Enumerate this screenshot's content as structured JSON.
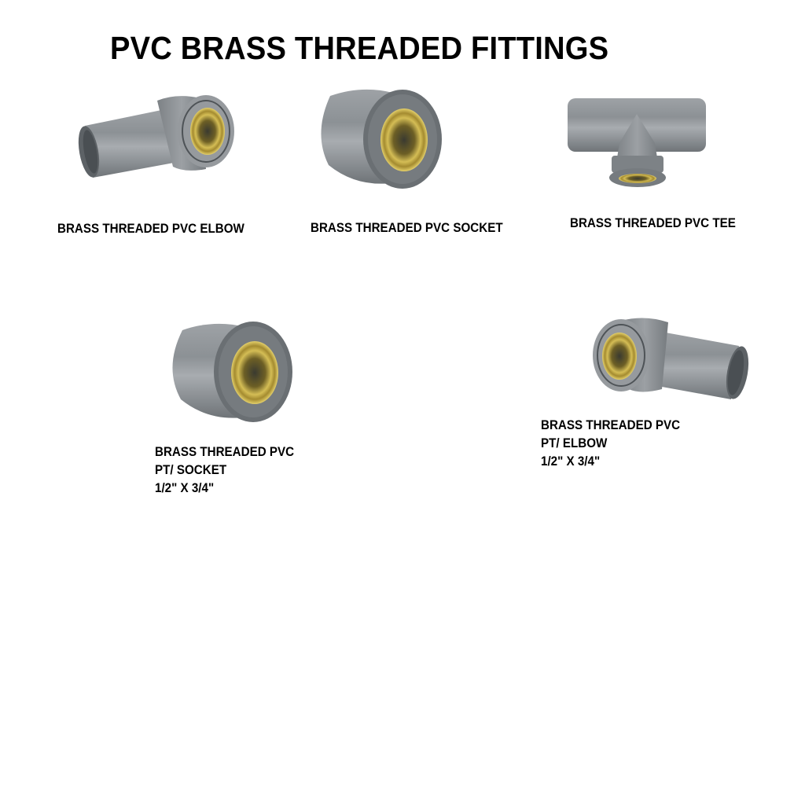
{
  "page": {
    "title": "PVC BRASS THREADED FITTINGS"
  },
  "colors": {
    "background": "#ffffff",
    "pvc_grey": "#8a8f95",
    "pvc_dark": "#5f6468",
    "pvc_light": "#a9adb1",
    "brass": "#c9b24a",
    "brass_dark": "#7a6624",
    "text": "#000000"
  },
  "products": [
    {
      "id": "elbow",
      "image": "pvc-elbow-image",
      "label_lines": [
        "BRASS THREADED PVC ELBOW"
      ]
    },
    {
      "id": "socket",
      "image": "pvc-socket-image",
      "label_lines": [
        "BRASS THREADED PVC SOCKET"
      ]
    },
    {
      "id": "tee",
      "image": "pvc-tee-image",
      "label_lines": [
        "BRASS THREADED PVC TEE"
      ]
    },
    {
      "id": "pt-socket",
      "image": "pvc-socket-image",
      "label_lines": [
        "BRASS THREADED PVC",
        "PT/ SOCKET",
        "1/2\" X 3/4\""
      ]
    },
    {
      "id": "pt-elbow",
      "image": "pvc-elbow-image",
      "label_lines": [
        "BRASS THREADED PVC",
        "PT/ ELBOW",
        "1/2\" X 3/4\""
      ]
    }
  ]
}
